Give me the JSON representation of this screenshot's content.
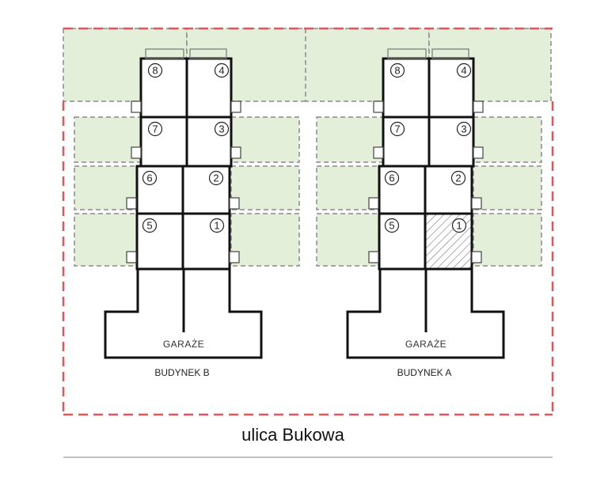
{
  "street_label": "ulica Bukowa",
  "colors": {
    "garden_fill": "#e3efd9",
    "garden_border": "#8a8a8a",
    "boundary": "#e0565b",
    "wall": "#111111",
    "hatch": "#777777"
  },
  "buildings": [
    {
      "id": "building-b",
      "caption": "BUDYNEK B",
      "garage_label": "GARAŻE",
      "units": [
        "8",
        "4",
        "7",
        "3",
        "6",
        "2",
        "5",
        "1"
      ],
      "hatched_units": []
    },
    {
      "id": "building-a",
      "caption": "BUDYNEK A",
      "garage_label": "GARAŻE",
      "units": [
        "8",
        "4",
        "7",
        "3",
        "6",
        "2",
        "5",
        "1"
      ],
      "hatched_units": [
        "1"
      ]
    }
  ]
}
